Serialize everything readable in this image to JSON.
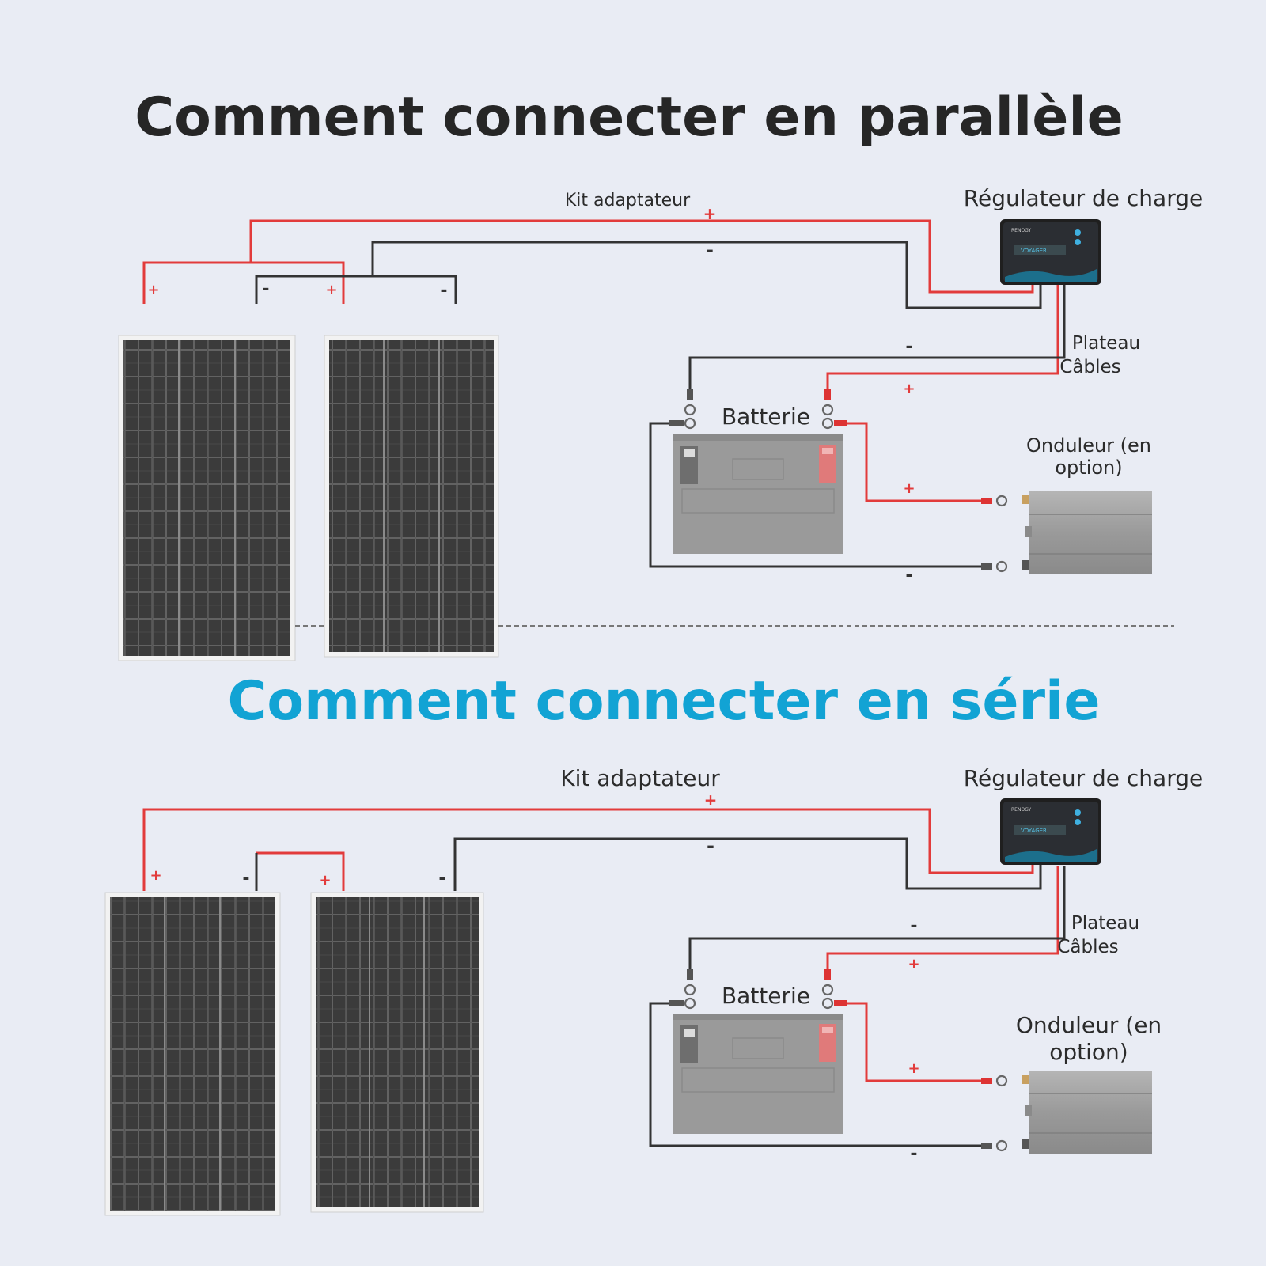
{
  "colors": {
    "background": "#e9ecf4",
    "title_dark": "#262626",
    "title_accent": "#12a3d4",
    "wire_positive": "#e23b3b",
    "wire_negative": "#333333",
    "panel_cell": "#3a3a3a"
  },
  "parallel": {
    "title": "Comment connecter en parallèle",
    "kit_label": "Kit adaptateur",
    "controller_label": "Régulateur de charge",
    "controller_brand": "RENOGY",
    "controller_model": "VOYAGER",
    "plateau_label": "Plateau",
    "cables_label": "Câbles",
    "battery_label": "Batterie",
    "inverter_label_line1": "Onduleur (en",
    "inverter_label_line2": "option)",
    "plus": "+",
    "minus": "-"
  },
  "series": {
    "title": "Comment connecter en série",
    "kit_label": "Kit adaptateur",
    "controller_label": "Régulateur de charge",
    "controller_brand": "RENOGY",
    "controller_model": "VOYAGER",
    "plateau_label": "Plateau",
    "cables_label": "Câbles",
    "battery_label": "Batterie",
    "inverter_label_line1": "Onduleur (en",
    "inverter_label_line2": "option)",
    "plus": "+",
    "minus": "-"
  }
}
